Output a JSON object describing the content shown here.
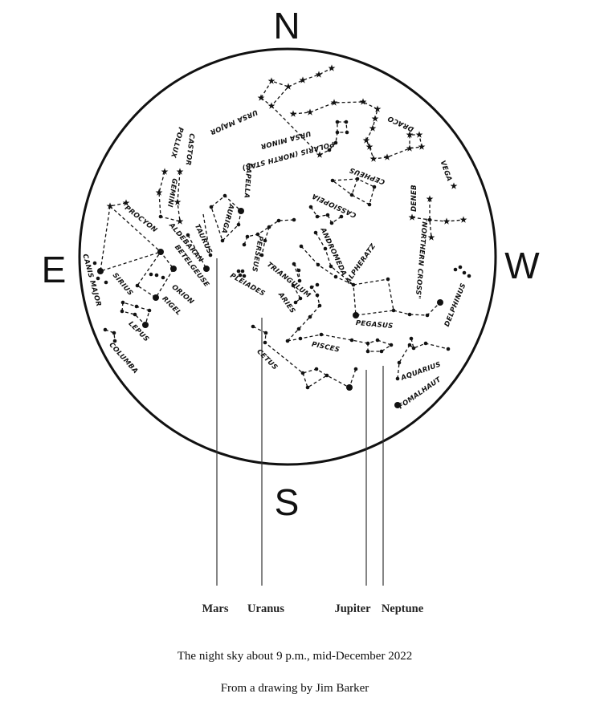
{
  "compass": {
    "north": "N",
    "south": "S",
    "east": "E",
    "west": "W"
  },
  "labels": {
    "ursa_major": "URSA MAJOR",
    "ursa_minor": "URSA MINOR",
    "polaris": "POLARIS (NORTH STAR)",
    "draco": "DRACO",
    "vega": "VEGA",
    "cepheus": "CEPHEUS",
    "cassiopeia": "CASSIOPEIA",
    "deneb": "DENEB",
    "northern_cross": "\"NORTHERN CROSS\"",
    "castor": "CASTOR",
    "pollux": "POLLUX",
    "gemini": "GEMINI",
    "capella": "CAPELLA",
    "auriga": "AURIGA",
    "taurus": "TAURUS",
    "aldebaran": "ALDEBARAN",
    "betelgeuse": "BETELGEUSE",
    "procyon": "PROCYON",
    "canis_major": "CANIS MAJOR",
    "sirius": "SIRIUS",
    "orion": "ORION",
    "rigel": "RIGEL",
    "lepus": "LEPUS",
    "columba": "COLUMBA",
    "pleiades": "PLEIADES",
    "perseus": "PERSEUS",
    "triangulum": "TRIANGULUM",
    "aries": "ARIES",
    "andromeda": "ANDROMEDA",
    "alpheratz": "ALPHERATZ",
    "pegasus": "PEGASUS",
    "pisces": "PISCES",
    "cetus": "CETUS",
    "aquarius": "AQUARIUS",
    "fomalhaut": "FOMALHAUT",
    "delphinus": "DELPHINUS"
  },
  "planets": {
    "mars": "Mars",
    "uranus": "Uranus",
    "jupiter": "Jupiter",
    "neptune": "Neptune"
  },
  "caption": "The night sky about 9 p.m., mid-December 2022",
  "credit": "From a drawing by Jim Barker"
}
